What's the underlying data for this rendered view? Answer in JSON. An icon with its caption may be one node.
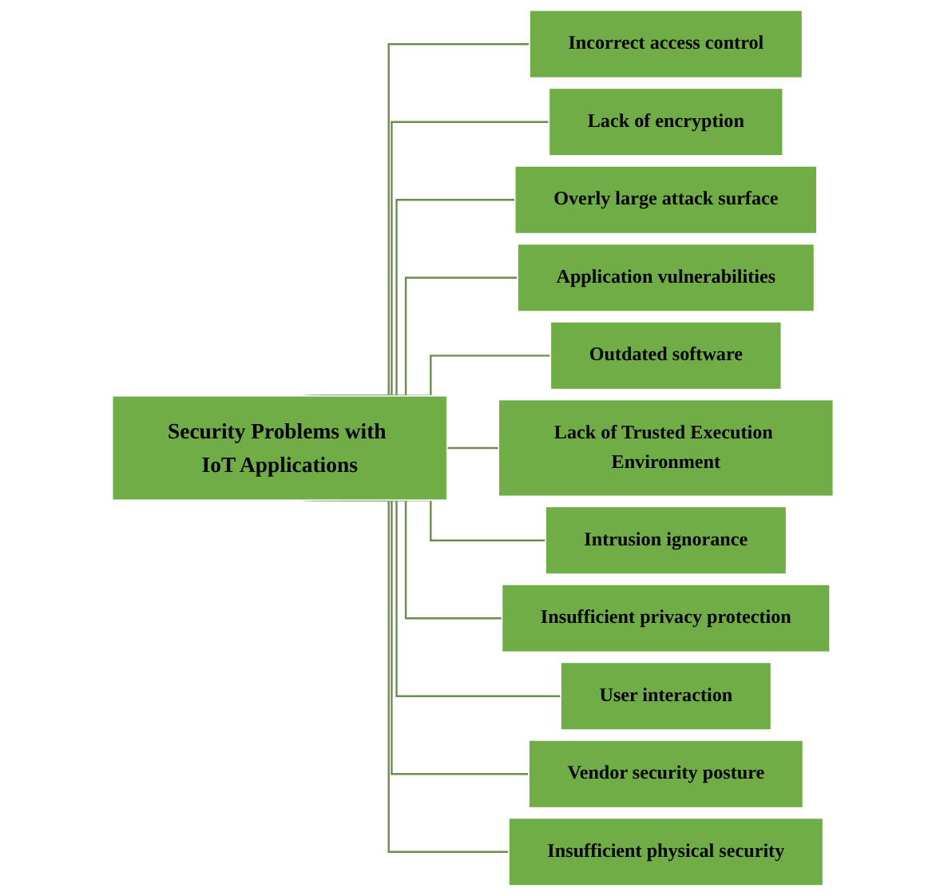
{
  "diagram": {
    "nodes": [
      {
        "text": [
          "Security Problems with IoT Applications"
        ]
      },
      {
        "text": [
          "Incorrect access control"
        ]
      },
      {
        "text": [
          "Lack of encryption"
        ]
      },
      {
        "text": [
          "Overly large attack surface"
        ]
      },
      {
        "text": [
          "Application vulnerabilities"
        ]
      },
      {
        "text": [
          "Outdated software"
        ]
      },
      {
        "text": [
          "Lack of Trusted Execution Environment"
        ]
      },
      {
        "text": [
          "Intrusion ignorance"
        ]
      },
      {
        "text": [
          "Insufficient privacy protection"
        ]
      },
      {
        "text": [
          "User interaction"
        ]
      },
      {
        "text": [
          "Vendor security posture"
        ]
      },
      {
        "text": [
          "Insufficient physical security"
        ]
      }
    ],
    "edges": [
      {
        "from": 0,
        "to": 1,
        "arrow": "none"
      },
      {
        "from": 0,
        "to": 2,
        "arrow": "none"
      },
      {
        "from": 0,
        "to": 3,
        "arrow": "none"
      },
      {
        "from": 0,
        "to": 4,
        "arrow": "none"
      },
      {
        "from": 0,
        "to": 5,
        "arrow": "none"
      },
      {
        "from": 0,
        "to": 6,
        "arrow": "none"
      },
      {
        "from": 0,
        "to": 7,
        "arrow": "none"
      },
      {
        "from": 0,
        "to": 8,
        "arrow": "none"
      },
      {
        "from": 0,
        "to": 9,
        "arrow": "none"
      },
      {
        "from": 0,
        "to": 10,
        "arrow": "none"
      },
      {
        "from": 0,
        "to": 11,
        "arrow": "none"
      }
    ]
  }
}
